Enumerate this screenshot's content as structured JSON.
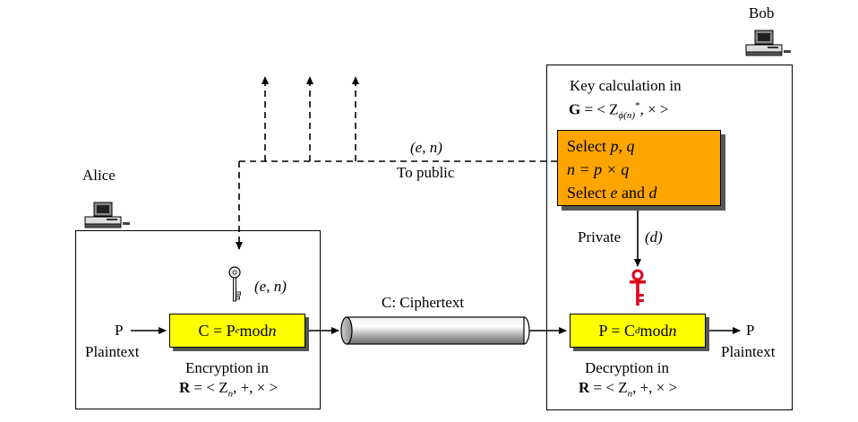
{
  "colors": {
    "formula_box": "#ffff00",
    "key_gen_box": "#ffa500",
    "private_key": "#e0001b"
  },
  "icons": [
    "computer-icon",
    "public-key-icon",
    "private-key-icon"
  ],
  "parties": {
    "alice": "Alice",
    "bob": "Bob"
  },
  "bob_box": {
    "key_calc_line1": "Key calculation in",
    "group_bold": "G",
    "group_eq": " = < Z",
    "group_sub": "ϕ(n)",
    "group_sup": "*",
    "group_rest": ", × >",
    "select_pq_prefix": "Select ",
    "select_pq_vars": "p, q",
    "n_eq_line": "n = p × q",
    "select_ed_prefix": "Select ",
    "select_ed_e": "e",
    "select_ed_and": " and ",
    "select_ed_d": "d",
    "private_label": "Private",
    "private_value": "(d)"
  },
  "public_channel": {
    "pair": "(e, n)",
    "to_public": "To public"
  },
  "alice_box": {
    "public_key_label": "(e, n)"
  },
  "encryption": {
    "input_symbol": "P",
    "input_label": "Plaintext",
    "formula_pre": "C = P",
    "formula_exp": "e",
    "formula_post": " mod ",
    "formula_mod": "n",
    "ring_line1": "Encryption in",
    "ring_bold": "R",
    "ring_eq": " = < Z",
    "ring_sub": "n",
    "ring_rest": ", +, × >"
  },
  "channel": {
    "label": "C: Ciphertext"
  },
  "decryption": {
    "formula_pre": "P = C",
    "formula_exp": "d",
    "formula_post": " mod ",
    "formula_mod": "n",
    "output_symbol": "P",
    "output_label": "Plaintext",
    "ring_line1": "Decryption in",
    "ring_bold": "R",
    "ring_eq": " = < Z",
    "ring_sub": "n",
    "ring_rest": ", +, × >"
  }
}
